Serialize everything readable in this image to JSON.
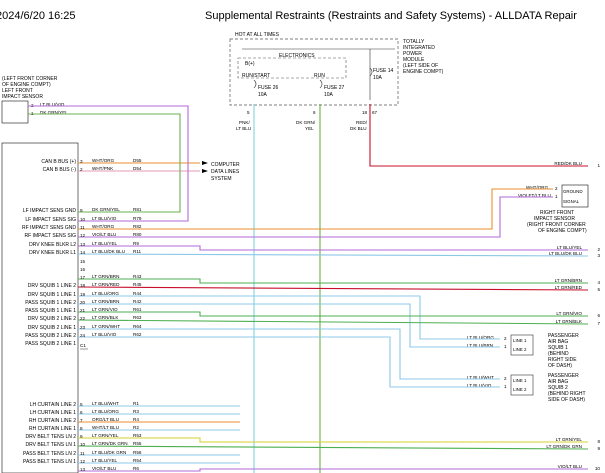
{
  "header": {
    "timestamp": "2024/6/20 16:25",
    "title": "Supplemental Restraints (Restraints and Safety Systems) - ALLDATA Repair"
  },
  "diagram": {
    "tipm": {
      "hot_label": "HOT AT ALL TIMES",
      "electronics": "ELECTRONICS",
      "b_plus": "B(+)",
      "run_start": "RUN/START",
      "run": "RUN",
      "fuse26": [
        "FUSE 26",
        "10A"
      ],
      "fuse27": [
        "FUSE 27",
        "10A"
      ],
      "fuse14": [
        "FUSE 14",
        "10A"
      ],
      "desc": [
        "TOTALLY",
        "INTEGRATED",
        "POWER",
        "MODULE",
        "(LEFT SIDE OF",
        "ENGINE COMPT)"
      ],
      "pins": [
        "5",
        "6",
        "18",
        "67"
      ],
      "wires": [
        [
          "PNK/",
          "LT BLU"
        ],
        [
          "DK GRN/",
          "YEL"
        ],
        [
          "RED/",
          "DK BLU"
        ]
      ]
    },
    "lf_sensor": {
      "desc": [
        "(LEFT FRONT CORNER",
        "OF ENGINE COMPT)",
        "LEFT FRONT",
        "IMPACT SENSOR"
      ],
      "pins": [
        "2",
        "1"
      ],
      "wires": [
        "LT BLU/VIO",
        "DK GRN/YEL"
      ]
    },
    "module_pins": [
      {
        "label": "CAN B BUS (+)",
        "pin": "3",
        "wire": "WHT/ORG",
        "circuit": "D55"
      },
      {
        "label": "CAN B BUS (-)",
        "pin": "2",
        "wire": "WHT/PNK",
        "circuit": "D54"
      },
      {
        "label": "LF IMPACT SENS GND",
        "pin": "9",
        "wire": "DK GRN/YEL",
        "circuit": "R81"
      },
      {
        "label": "LF IMPACT SENS SIG",
        "pin": "10",
        "wire": "LT BLU/VIO",
        "circuit": "R79"
      },
      {
        "label": "RF IMPACT SENS GND",
        "pin": "11",
        "wire": "WHT/ORG",
        "circuit": "R82"
      },
      {
        "label": "RF IMPACT SENS SIG",
        "pin": "12",
        "wire": "VIO/LT BLU",
        "circuit": "R80"
      },
      {
        "label": "DRV KNEE BLKR L2",
        "pin": "13",
        "wire": "LT BLU/YEL",
        "circuit": "R9"
      },
      {
        "label": "DRV KNEE BLKR L1",
        "pin": "14",
        "wire": "LT BLU/DK BLU",
        "circuit": "R11"
      },
      {
        "label": "",
        "pin": "15",
        "wire": "",
        "circuit": ""
      },
      {
        "label": "",
        "pin": "16",
        "wire": "",
        "circuit": ""
      },
      {
        "label": "",
        "pin": "17",
        "wire": "LT GRN/BRN",
        "circuit": "R43"
      },
      {
        "label": "DRV SQUIB 1 LINE 2",
        "pin": "18",
        "wire": "LT GRN/RED",
        "circuit": "R45"
      },
      {
        "label": "DRV SQUIB 1 LINE 1",
        "pin": "19",
        "wire": "LT BLU/ORG",
        "circuit": "R44"
      },
      {
        "label": "PASS SQUIB 1 LINE 2",
        "pin": "20",
        "wire": "LT GRN/BRN",
        "circuit": "R42"
      },
      {
        "label": "PASS SQUIB 1 LINE 1",
        "pin": "21",
        "wire": "LT GRN/VIO",
        "circuit": "R61"
      },
      {
        "label": "DRV SQUIB 2 LINE 2",
        "pin": "22",
        "wire": "LT GRN/BLK",
        "circuit": "R63"
      },
      {
        "label": "DRV SQUIB 2 LINE 1",
        "pin": "23",
        "wire": "LT GRN/WHT",
        "circuit": "R64"
      },
      {
        "label": "PASS SQUIB 2 LINE 2",
        "pin": "24",
        "wire": "LT BLU/VIO",
        "circuit": "R62"
      },
      {
        "label": "PASS SQUIB 2 LINE 1",
        "pin": "",
        "wire": "",
        "circuit": ""
      },
      {
        "label": "LH CURTAIN LINE 2",
        "pin": "5",
        "wire": "LT BLU/WHT",
        "circuit": "R1"
      },
      {
        "label": "LH CURTAIN LINE 1",
        "pin": "6",
        "wire": "LT BLU/ORG",
        "circuit": "R3"
      },
      {
        "label": "RH CURTAIN LINE 2",
        "pin": "7",
        "wire": "ORG/LT BLU",
        "circuit": "R4"
      },
      {
        "label": "RH CURTAIN LINE 1",
        "pin": "8",
        "wire": "WHT/LT BLU",
        "circuit": "R2"
      },
      {
        "label": "DRV BELT TENS LN 2",
        "pin": "9",
        "wire": "LT GRN/YEL",
        "circuit": "R53"
      },
      {
        "label": "DRV BELT TENS LN 1",
        "pin": "10",
        "wire": "LT GRN/DK GRN",
        "circuit": "R55"
      },
      {
        "label": "PASS BELT TENS LN 2",
        "pin": "11",
        "wire": "LT BLU/DK GRN",
        "circuit": "R56"
      },
      {
        "label": "PASS BELT TENS LN 1",
        "pin": "12",
        "wire": "LT BLU/YEL",
        "circuit": "R54"
      },
      {
        "label": "",
        "pin": "13",
        "wire": "VIO/LT BLU",
        "circuit": "R6"
      }
    ],
    "connector_c1": "C1",
    "computer_data": [
      "COMPUTER",
      "DATA LINES",
      "SYSTEM"
    ],
    "right_edge_wires": [
      {
        "wire": "RED/DK BLU",
        "ref": "1"
      },
      {
        "wire": "LT BLU/YEL",
        "ref": "2"
      },
      {
        "wire": "LT BLU/DK BLU",
        "ref": "3"
      },
      {
        "wire": "LT GRN/BRN",
        "ref": "4"
      },
      {
        "wire": "LT GRN/RED",
        "ref": "5"
      },
      {
        "wire": "LT GRN/VIO",
        "ref": "6"
      },
      {
        "wire": "LT GRN/BLK",
        "ref": "7"
      },
      {
        "wire": "LT GRN/YEL",
        "ref": "8"
      },
      {
        "wire": "LT GRN/DK GRN",
        "ref": "9"
      },
      {
        "wire": "VIO/LT BLU",
        "ref": "10"
      }
    ],
    "rf_sensor": {
      "pins": [
        "2",
        "1"
      ],
      "wires": [
        "WHT/ORG",
        "VIOLET/LT BLU"
      ],
      "box": [
        "GROUND",
        "SIGNAL"
      ],
      "desc": [
        "RIGHT FRONT",
        "IMPACT SENSOR",
        "(RIGHT FRONT CORNER",
        "OF ENGINE COMPT)"
      ]
    },
    "pab1": {
      "pins": [
        "2",
        "1"
      ],
      "wires": [
        "LT BLU/ORG",
        "LT BLU/BRN"
      ],
      "lines": [
        "LINE 1",
        "LINE 2"
      ],
      "desc": [
        "PASSENGER",
        "AIR BAG",
        "SQUIB 1",
        "(BEHIND",
        "RIGHT SIDE",
        "OF DASH)"
      ]
    },
    "pab2": {
      "pins": [
        "2",
        "1"
      ],
      "wires": [
        "LT BLU/WHT",
        "LT BLU/VIO"
      ],
      "lines": [
        "LINE 1",
        "LINE 2"
      ],
      "desc": [
        "PASSENGER",
        "AIR BAG",
        "SQUIB 2",
        "(BEHIND RIGHT",
        "SIDE OF DASH)"
      ]
    },
    "colors": {
      "pnk_ltblu": "#7fd4e0",
      "dkgrn_yel": "#6ab04c",
      "red_dkblu": "#c8102e",
      "lt_blu": "#8cc8e8",
      "lt_grn": "#4caf50",
      "violet": "#b36ad8",
      "orange": "#e8902c",
      "pink": "#e79ab6",
      "yellow": "#d6d22a"
    }
  }
}
